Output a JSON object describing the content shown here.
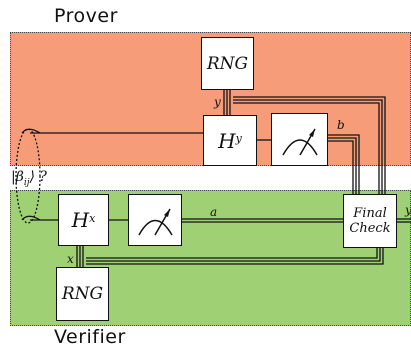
{
  "prover": {
    "heading": "Prover"
  },
  "verifier": {
    "heading": "Verifier"
  },
  "boxes": {
    "rng_prover": "RNG",
    "hy_base": "H",
    "hy_sup": "y",
    "hx_base": "H",
    "hx_sup": "x",
    "final_line1": "Final",
    "final_line2": "Check",
    "rng_verifier": "RNG"
  },
  "wires": {
    "y": "y",
    "b": "b",
    "a": "a",
    "x": "x",
    "y_out": "y"
  },
  "state": {
    "prefix": "|β",
    "subscript": "ij",
    "suffix": "⟩ ?"
  },
  "colors": {
    "prover_zone": "#f79c78",
    "verifier_zone": "#9fd174"
  }
}
